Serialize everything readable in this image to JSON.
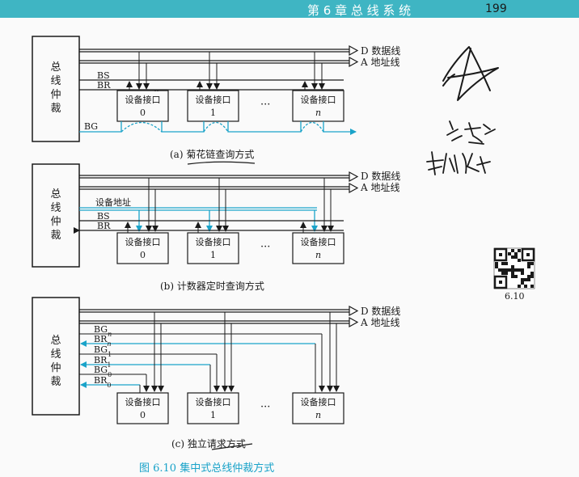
{
  "header": {
    "chapter": "第 6 章   总 线 系 统",
    "page_number": "199"
  },
  "labels": {
    "arbiter": "总线仲裁器",
    "data_bus": "D 数据线",
    "addr_bus": "A 地址线",
    "device": "设备接口",
    "device_ids": [
      "0",
      "1",
      "n"
    ],
    "ellipsis": "···"
  },
  "diagram_a": {
    "signals": [
      "BS",
      "BR",
      "BG"
    ],
    "caption": "(a) 菊花链查询方式"
  },
  "diagram_b": {
    "signals": [
      "设备地址",
      "BS",
      "BR"
    ],
    "caption": "(b) 计数器定时查询方式"
  },
  "diagram_c": {
    "signals": [
      {
        "base": "BG",
        "sub": "n"
      },
      {
        "base": "BR",
        "sub": "n"
      },
      {
        "base": "BG",
        "sub": "1"
      },
      {
        "base": "BR",
        "sub": "1"
      },
      {
        "base": "BG",
        "sub": "0"
      },
      {
        "base": "BR",
        "sub": "0"
      }
    ],
    "caption": "(c) 独立请求方式"
  },
  "qr": {
    "label": "6.10"
  },
  "figure_caption": "图 6.10   集中式总线仲裁方式",
  "colors": {
    "accent": "#3fb5c3",
    "cyan": "#1aa3c9",
    "line": "#1a1a1a"
  }
}
